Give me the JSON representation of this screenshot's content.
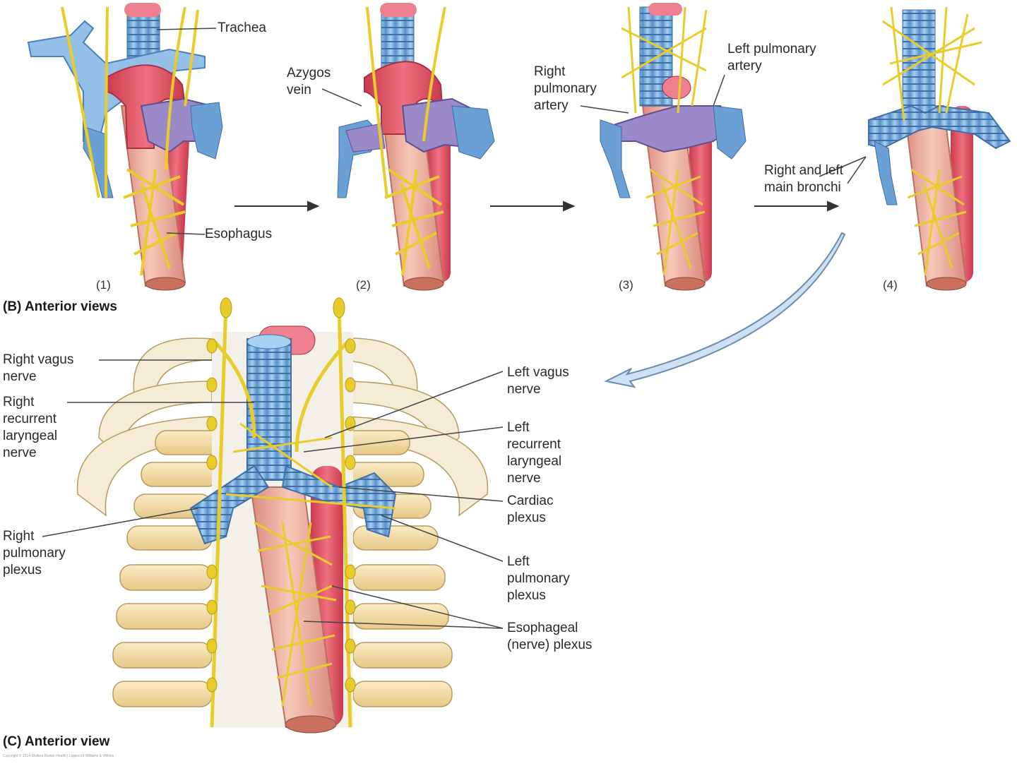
{
  "labels": {
    "trachea": "Trachea",
    "esophagus": "Esophagus",
    "azygos_vein": "Azygos\nvein",
    "right_pulmonary_artery": "Right\npulmonary\nartery",
    "left_pulmonary_artery": "Left pulmonary\nartery",
    "main_bronchi": "Right and left\nmain bronchi",
    "right_vagus": "Right vagus\nnerve",
    "right_recurrent": "Right\nrecurrent\nlaryngeal\nnerve",
    "right_pulmonary_plexus": "Right\npulmonary\nplexus",
    "left_vagus": "Left vagus\nnerve",
    "left_recurrent": "Left\nrecurrent\nlaryngeal\nnerve",
    "cardiac_plexus": "Cardiac\nplexus",
    "left_pulmonary_plexus": "Left\npulmonary\nplexus",
    "esophageal_plexus": "Esophageal\n(nerve) plexus"
  },
  "steps": [
    "(1)",
    "(2)",
    "(3)",
    "(4)"
  ],
  "captions": {
    "b": "(B) Anterior views",
    "c": "(C) Anterior view"
  },
  "copyright": "Copyright © 2014 Wolters Kluwer Health | Lippincott Williams & Wilkins",
  "colors": {
    "nerve": "#e8cc2a",
    "artery": "#e05868",
    "vein": "#7ab0de",
    "pulmonary_artery": "#9a8ac8",
    "esophagus": "#f0b8a8",
    "rib": "#f6e0a8",
    "rib_pale": "#f5ecd6"
  }
}
